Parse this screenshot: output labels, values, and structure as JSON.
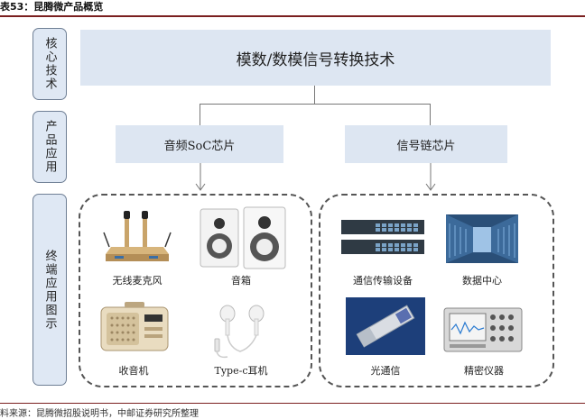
{
  "title": "表53：昆腾微产品概览",
  "rows": {
    "core": "核心技术",
    "product": "产品应用",
    "terminal": "终端应用图示"
  },
  "core_tech": "模数/数模信号转换技术",
  "products": {
    "audio": "音频SoC芯片",
    "signal": "信号链芯片"
  },
  "terminals": {
    "wireless_mic": "无线麦克风",
    "speaker": "音箱",
    "radio": "收音机",
    "earphone": "Type-c耳机",
    "telecom": "通信传输设备",
    "datacenter": "数据中心",
    "optical": "光通信",
    "instrument": "精密仪器"
  },
  "source": "料来源：昆腾微招股说明书，中邮证券研究所整理"
}
